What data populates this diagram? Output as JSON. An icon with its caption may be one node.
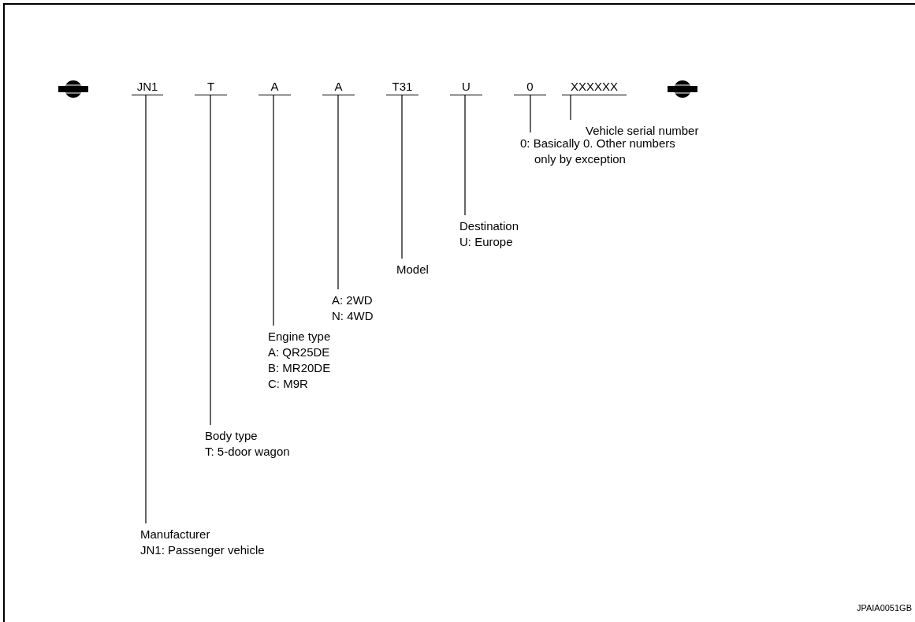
{
  "diagram": {
    "nodes": [
      {
        "text": [
          "JN1"
        ]
      },
      {
        "text": [
          "T"
        ]
      },
      {
        "text": [
          "A"
        ]
      },
      {
        "text": [
          "A"
        ]
      },
      {
        "text": [
          "T31"
        ]
      },
      {
        "text": [
          "U"
        ]
      },
      {
        "text": [
          "0"
        ]
      },
      {
        "text": [
          "XXXXXX"
        ]
      },
      {
        "text": [
          "Manufacturer",
          "JN1: Passenger vehicle"
        ]
      },
      {
        "text": [
          "Body type",
          "T: 5-door wagon"
        ]
      },
      {
        "text": [
          "Engine type",
          "A: QR25DE",
          "B: MR20DE",
          "C: M9R"
        ]
      },
      {
        "text": [
          "A: 2WD",
          "N: 4WD"
        ]
      },
      {
        "text": [
          "Model"
        ]
      },
      {
        "text": [
          "Destination",
          "U: Europe"
        ]
      },
      {
        "text": [
          "0: Basically 0. Other numbers only by exception"
        ]
      },
      {
        "text": [
          "Vehicle serial number"
        ]
      }
    ],
    "edges": [
      {
        "from": 0,
        "to": 8,
        "arrow": "none"
      },
      {
        "from": 1,
        "to": 9,
        "arrow": "none"
      },
      {
        "from": 2,
        "to": 10,
        "arrow": "none"
      },
      {
        "from": 3,
        "to": 11,
        "arrow": "none"
      },
      {
        "from": 4,
        "to": 12,
        "arrow": "none"
      },
      {
        "from": 5,
        "to": 13,
        "arrow": "none"
      },
      {
        "from": 6,
        "to": 14,
        "arrow": "none"
      },
      {
        "from": 7,
        "to": 15,
        "arrow": "none"
      }
    ],
    "labels": [
      "JPAIA0051GB"
    ]
  }
}
